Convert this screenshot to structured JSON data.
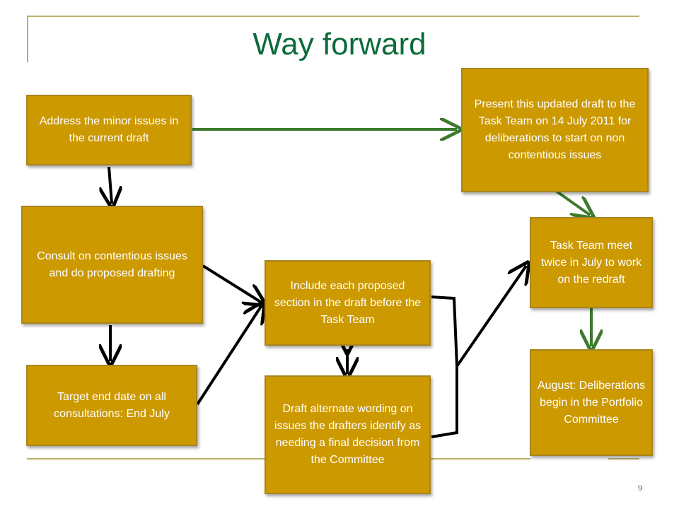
{
  "slide": {
    "title": "Way forward",
    "page_number": "9"
  },
  "boxes": {
    "address": "Address the minor issues in the current draft",
    "present": "Present this updated draft to the Task Team on 14 July 2011 for deliberations to start on non contentious issues",
    "consult": "Consult on contentious issues and do proposed drafting",
    "include": "Include each proposed section in the draft before the Task Team",
    "task_team": "Task Team meet twice in July to work on the redraft",
    "target": "Target end date on all consultations: End July",
    "draft_alt": "Draft alternate wording on issues the drafters identify as needing a final decision from the Committee",
    "august": "August: Deliberations begin in the Portfolio Committee"
  },
  "colors": {
    "box_fill": "#cc9900",
    "box_text": "#ffffff",
    "title": "#0b6b3a",
    "arrow_green": "#3d7a2e",
    "arrow_black": "#000000",
    "frame_line": "#b9b166"
  }
}
